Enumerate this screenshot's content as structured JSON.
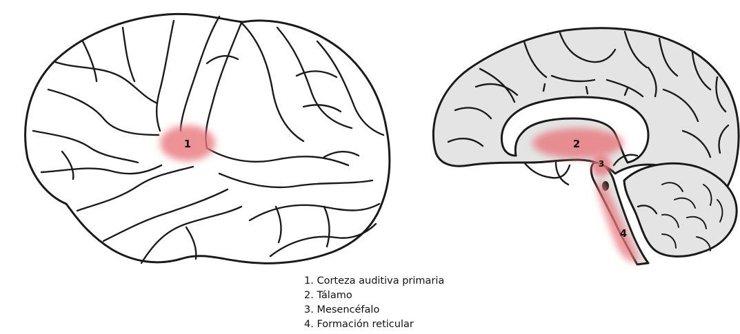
{
  "lateral_view": {
    "markers": [
      {
        "number": "1"
      }
    ]
  },
  "sagittal_view": {
    "markers": [
      {
        "number": "2"
      },
      {
        "number": "3"
      },
      {
        "number": "4"
      }
    ]
  },
  "legend": {
    "items": [
      "1. Corteza auditiva primaria",
      "2. Tálamo",
      "3. Mesencéfalo",
      "4. Formación reticular"
    ]
  },
  "colors": {
    "highlight": "#e8787c",
    "brain_fill_medial": "#e4e4e4",
    "brain_fill_lateral": "#ffffff",
    "outline": "#1a1a1a"
  }
}
